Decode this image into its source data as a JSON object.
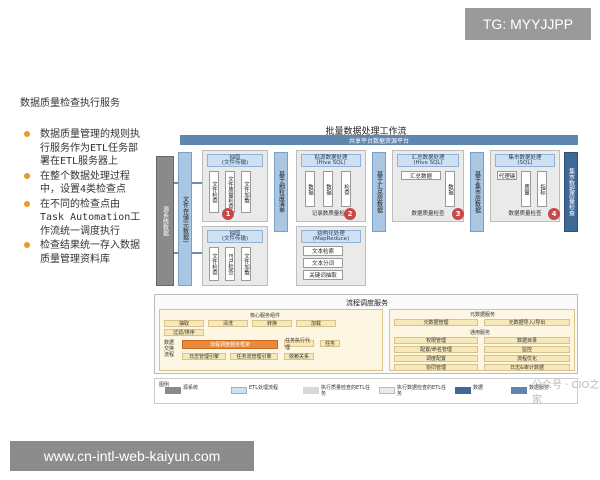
{
  "watermark_top": "TG: MYYJJPP",
  "watermark_bottom": "www.cn-intl-web-kaiyun.com",
  "slide_title": "数据质量检查执行服务",
  "bullets": [
    "数据质量管理的规则执行服务作为ETL任务部署在ETL服务器上",
    "在整个数据处理过程中，设置4类检查点",
    "在不同的检查点由Task Automation工作流统一调度执行",
    "检查结果统一存入数据质量管理资料库"
  ],
  "diagram": {
    "title": "批量数据处理工作流",
    "platform_bar": "共享平台数据资源平台",
    "source_label": "源系统数据",
    "stages": [
      {
        "head": "抽取\n(文件传输)",
        "items": [
          "文件检查",
          "文件质量检查",
          "文件加载"
        ],
        "foot": ""
      },
      {
        "head": "贴源数据处理\n(Hive SQL)",
        "items": [
          "数据",
          "数据",
          "检查"
        ],
        "foot": "记录数质量检查"
      },
      {
        "head": "汇总数据处理\n(Hive SQL)",
        "items": [
          "汇总数据",
          "数据"
        ],
        "foot": "数据质量检查"
      },
      {
        "head": "集市数据处理\n(SQL)",
        "items": [
          "代理键",
          "质量",
          "指标"
        ],
        "foot": "数据质量检查"
      }
    ],
    "stage_extra": {
      "head": "抽取\n(文件传输)",
      "items": [
        "文件检查",
        "ETL检查",
        "文件加载"
      ]
    },
    "mapreduce": {
      "head": "结构化处理\n(MapReduce)",
      "items": [
        "文本检索",
        "文本分词",
        "关键词抽取"
      ]
    },
    "vbars": [
      "文件存储(元数据)",
      "基于细粒度清单",
      "基于汇总层数据",
      "基于集市层数据",
      "集市数据质量检查"
    ],
    "badges": [
      "1",
      "2",
      "3",
      "4"
    ],
    "scheduling": {
      "title": "流程调度服务",
      "core_title": "核心服务组件",
      "core_items": [
        "抽取",
        "清洗",
        "转换",
        "加载",
        "过滤/排序"
      ],
      "flow_items": [
        "流程调度服务框架",
        "日志管理引擎",
        "任务流管理引擎",
        "任务执行代理",
        "任务",
        "依赖关系"
      ],
      "side_label": "数据交换流程",
      "right_title": "元数据服务",
      "right_items": [
        "元数据管理",
        "元数据导入/导出",
        "权限管理",
        "数据目录",
        "配置/命名管理",
        "监控",
        "调度配置",
        "流程优化",
        "协同管理",
        "日志&审计数据"
      ],
      "right_sub": "通用服务"
    },
    "legend": {
      "title": "图例",
      "items": [
        {
          "label": "源系统",
          "color": "#8a8a8a"
        },
        {
          "label": "ETL处理流程",
          "color": "#cfe1f1"
        },
        {
          "label": "执行质量检查的ETL任务",
          "color": "#d8d8d8"
        },
        {
          "label": "执行数据检查的ETL任务",
          "color": "#eaeaea"
        },
        {
          "label": "数据",
          "color": "#3f6a98"
        },
        {
          "label": "数据服务",
          "color": "#5e86ae"
        }
      ]
    }
  },
  "wechat_mark": "公众号 · CIO之家",
  "colors": {
    "bullet_dot": "#e99a2c",
    "blue_bar": "#5e86ae",
    "badge_red": "#c8484a",
    "orange": "#e88a3a"
  }
}
